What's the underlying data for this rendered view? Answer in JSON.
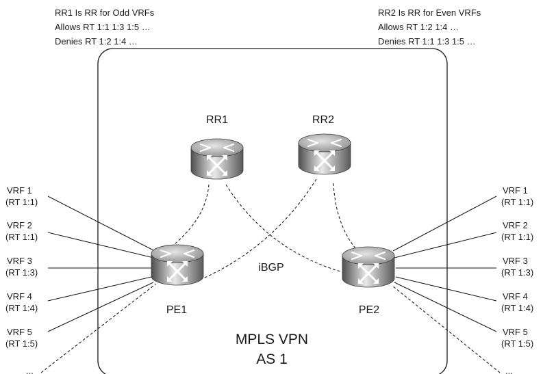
{
  "notes": {
    "rr1": [
      "RR1 Is RR for Odd VRFs",
      "Allows  RT 1:1 1:3 1:5 …",
      "Denies RT 1:2 1:4 …"
    ],
    "rr2": [
      "RR2 Is RR for Even VRFs",
      "Allows  RT 1:2 1:4 …",
      "Denies RT 1:1 1:3 1:5 …"
    ]
  },
  "routers": {
    "rr1": "RR1",
    "rr2": "RR2",
    "pe1": "PE1",
    "pe2": "PE2"
  },
  "session_label": "iBGP",
  "cloud_label": [
    "MPLS VPN",
    "AS 1"
  ],
  "vrfs_left": [
    {
      "name": "VRF 1",
      "rt": "(RT 1:1)"
    },
    {
      "name": "VRF 2",
      "rt": "(RT 1:1)"
    },
    {
      "name": "VRF 3",
      "rt": "(RT 1:3)"
    },
    {
      "name": "VRF 4",
      "rt": "(RT 1:4)"
    },
    {
      "name": "VRF 5",
      "rt": "(RT 1:5)"
    }
  ],
  "vrfs_right": [
    {
      "name": "VRF 1",
      "rt": "(RT 1:1)"
    },
    {
      "name": "VRF 2",
      "rt": "(RT 1:1)"
    },
    {
      "name": "VRF 3",
      "rt": "(RT 1:3)"
    },
    {
      "name": "VRF 4",
      "rt": "(RT 1:4)"
    },
    {
      "name": "VRF 5",
      "rt": "(RT 1:5)"
    }
  ],
  "ellipsis_left": "...",
  "ellipsis_right": "...",
  "colors": {
    "router_dark": "#5e5e5e",
    "router_light": "#e6e6e6",
    "line": "#1a1a1a"
  },
  "icons": {
    "router": "router-icon"
  }
}
